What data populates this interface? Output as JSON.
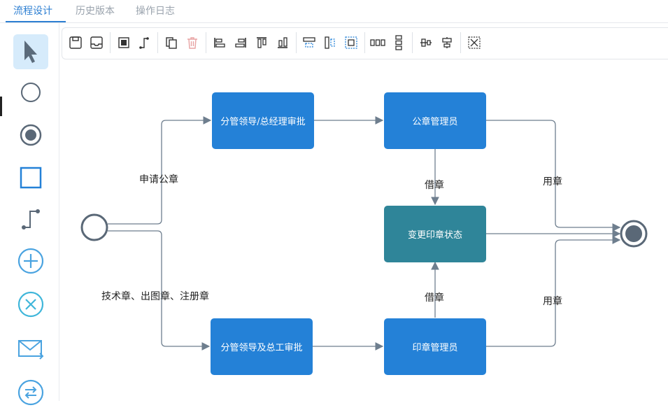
{
  "tabs": [
    {
      "label": "流程设计",
      "active": true
    },
    {
      "label": "历史版本",
      "active": false
    },
    {
      "label": "操作日志",
      "active": false
    }
  ],
  "palette": {
    "tools": [
      "pointer-icon",
      "start-event-icon",
      "end-event-icon",
      "task-icon",
      "connection-icon",
      "parallel-gateway-icon",
      "exclusive-gateway-icon",
      "message-icon",
      "inclusive-gateway-icon"
    ],
    "selected": "pointer-icon"
  },
  "toolbar": {
    "buttons": [
      "save-icon",
      "save-as-icon",
      "stop-icon",
      "connect-icon",
      "copy-icon",
      "delete-icon",
      "align-left-icon",
      "align-right-icon",
      "align-top-icon",
      "align-bottom-icon",
      "same-width-icon",
      "same-height-icon",
      "same-size-icon",
      "distribute-horizontal-icon",
      "distribute-vertical-icon",
      "center-horizontal-icon",
      "center-vertical-icon",
      "fit-view-icon"
    ]
  },
  "colors": {
    "accent": "#2d7fd2",
    "task_blue": "#2481d7",
    "task_teal": "#2f8599",
    "edge": "#6e7e8e",
    "event_stroke": "#5a6877",
    "delete_disabled": "#e8a3a3"
  },
  "diagram": {
    "nodes": {
      "approval_general_manager": "分管领导/总经理审批",
      "seal_admin": "公章管理员",
      "change_seal_status": "变更印章状态",
      "approval_chief_engineer": "分管领导及总工审批",
      "stamp_admin": "印章管理员"
    },
    "edge_labels": {
      "apply_official_seal": "申请公章",
      "technical_seals": "技术章、出图章、注册章",
      "borrow_top": "借章",
      "use_top": "用章",
      "borrow_bottom": "借章",
      "use_bottom": "用章"
    }
  }
}
